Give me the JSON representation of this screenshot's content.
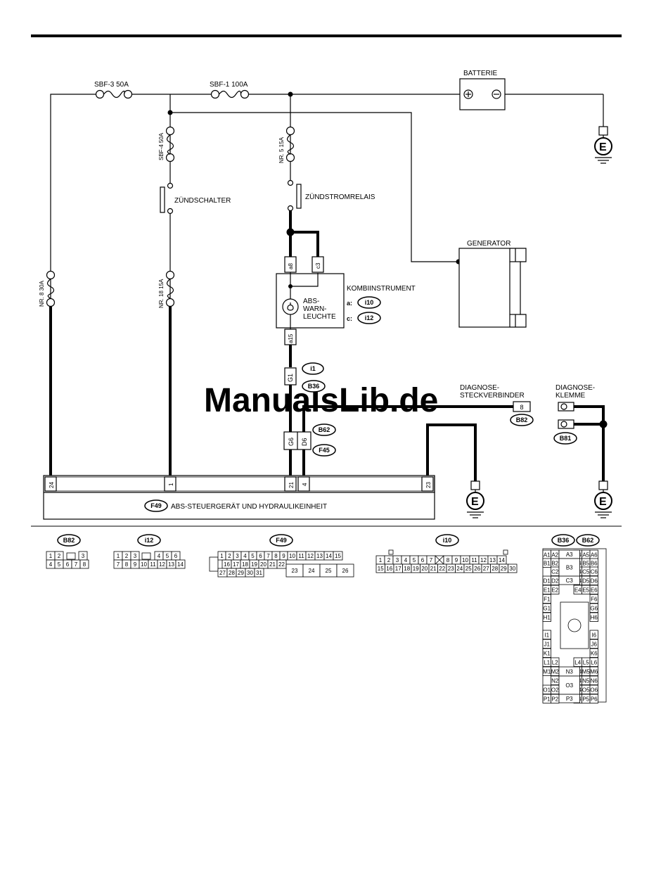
{
  "labels": {
    "sbf3": "SBF-3 50A",
    "sbf1": "SBF-1 100A",
    "batterie": "BATTERIE",
    "sbf4": "SBF-4 50A",
    "nr5": "NR. 5 15A",
    "zuendschalter": "ZÜNDSCHALTER",
    "zuendstromrelais": "ZÜNDSTROMRELAIS",
    "generator": "GENERATOR",
    "nr8": "NR. 8 30A",
    "nr18": "NR. 18 15A",
    "kombiinstrument": "KOMBIINSTRUMENT",
    "abs1": "ABS-",
    "abs2": "WARN-",
    "abs3": "LEUCHTE",
    "a_prefix": "a:",
    "c_prefix": "c:",
    "diag_stv1": "DIAGNOSE-",
    "diag_stv2": "STECKVERBINDER",
    "diag_kl1": "DIAGNOSE-",
    "diag_kl2": "KLEMME",
    "abs_unit": "ABS-STEUERGERÄT UND HYDRAULIKEINHEIT",
    "watermark": "ManualsLib.de",
    "ground": "E"
  },
  "badges": {
    "i10": "i10",
    "i12": "i12",
    "i1": "i1",
    "B36": "B36",
    "B62": "B62",
    "F45": "F45",
    "B82": "B82",
    "B81": "B81",
    "F49": "F49"
  },
  "pins": {
    "a8": "a8",
    "c3": "c3",
    "a15": "a15",
    "G1": "G1",
    "G6": "G6",
    "D6": "D6",
    "pin8": "8",
    "p24": "24",
    "p1": "1",
    "p21": "21",
    "p4": "4",
    "p23": "23"
  },
  "connectors": {
    "B82": {
      "name": "B82",
      "row1": [
        "1",
        "2",
        "",
        "3"
      ],
      "row2": [
        "4",
        "5",
        "6",
        "7",
        "8"
      ]
    },
    "i12": {
      "name": "i12",
      "row1": [
        "1",
        "2",
        "3",
        "",
        "4",
        "5",
        "6"
      ],
      "row2": [
        "7",
        "8",
        "9",
        "10",
        "11",
        "12",
        "13",
        "14"
      ]
    },
    "F49": {
      "name": "F49",
      "row1": [
        "1",
        "2",
        "3",
        "4",
        "5",
        "6",
        "7",
        "8",
        "9",
        "10",
        "11",
        "12",
        "13",
        "14",
        "15"
      ],
      "row2": [
        "16",
        "17",
        "18",
        "19",
        "20",
        "21",
        "22"
      ],
      "row3": [
        "27",
        "28",
        "29",
        "30",
        "31"
      ],
      "big": [
        "23",
        "24",
        "25",
        "26"
      ]
    },
    "i10": {
      "name": "i10",
      "row1": [
        "1",
        "2",
        "3",
        "4",
        "5",
        "6",
        "7",
        "",
        "8",
        "9",
        "10",
        "11",
        "12",
        "13",
        "14"
      ],
      "row2": [
        "15",
        "16",
        "17",
        "18",
        "19",
        "20",
        "21",
        "22",
        "23",
        "24",
        "25",
        "26",
        "27",
        "28",
        "29",
        "30"
      ]
    },
    "B36_B62": {
      "names": [
        "B36",
        "B62"
      ],
      "left": [
        "A1",
        "A2",
        "B1",
        "B2",
        "C2",
        "D1",
        "D2",
        "E1",
        "E2",
        "F1",
        "G1",
        "H1",
        "I1",
        "J1",
        "K1",
        "L1",
        "L2",
        "M1",
        "M2",
        "N2",
        "O1",
        "O2",
        "P1",
        "P2"
      ],
      "center": [
        "A3",
        "B3",
        "C3",
        "N3",
        "O3",
        "P3"
      ],
      "right": [
        "A4",
        "A5",
        "A6",
        "B4",
        "B5",
        "B6",
        "C4",
        "C5",
        "C6",
        "D4",
        "D5",
        "D6",
        "E4",
        "E5",
        "E6",
        "F6",
        "G6",
        "H6",
        "I6",
        "J6",
        "K6",
        "L4",
        "L5",
        "L6",
        "M4",
        "M5",
        "M6",
        "N4",
        "N5",
        "N6",
        "O4",
        "O5",
        "O6",
        "P4",
        "P5",
        "P6"
      ]
    }
  }
}
